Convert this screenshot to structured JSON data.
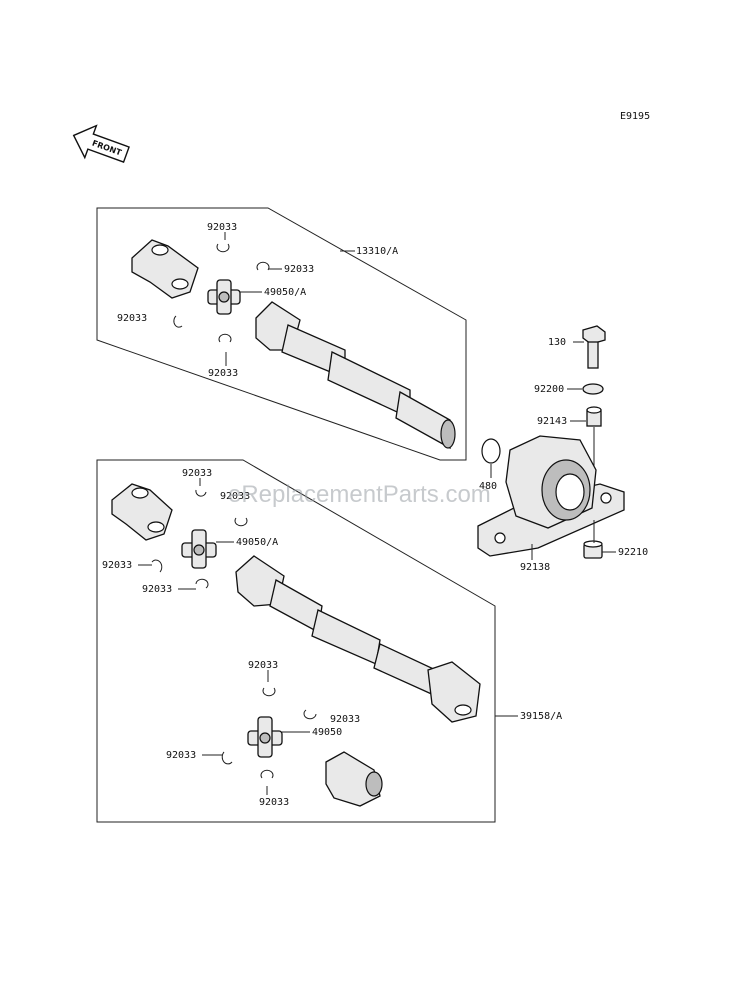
{
  "diagram_code": "E9195",
  "front_label": "FRONT",
  "watermark": "eReplacementParts.com",
  "labels": {
    "c1": "92033",
    "c2": "92033",
    "c3": "49050/A",
    "c4": "92033",
    "c5": "92033",
    "shaft_a": "13310/A",
    "bolt": "130",
    "washer": "92200",
    "collar": "92143",
    "ring": "480",
    "nut": "92210",
    "bearing": "92138",
    "d1": "92033",
    "d2": "92033",
    "d3": "49050/A",
    "d4": "92033",
    "d5": "92033",
    "shaft_b": "39158/A",
    "e1": "92033",
    "e2": "92033",
    "e3": "49050",
    "e4": "92033",
    "e5": "92033"
  }
}
